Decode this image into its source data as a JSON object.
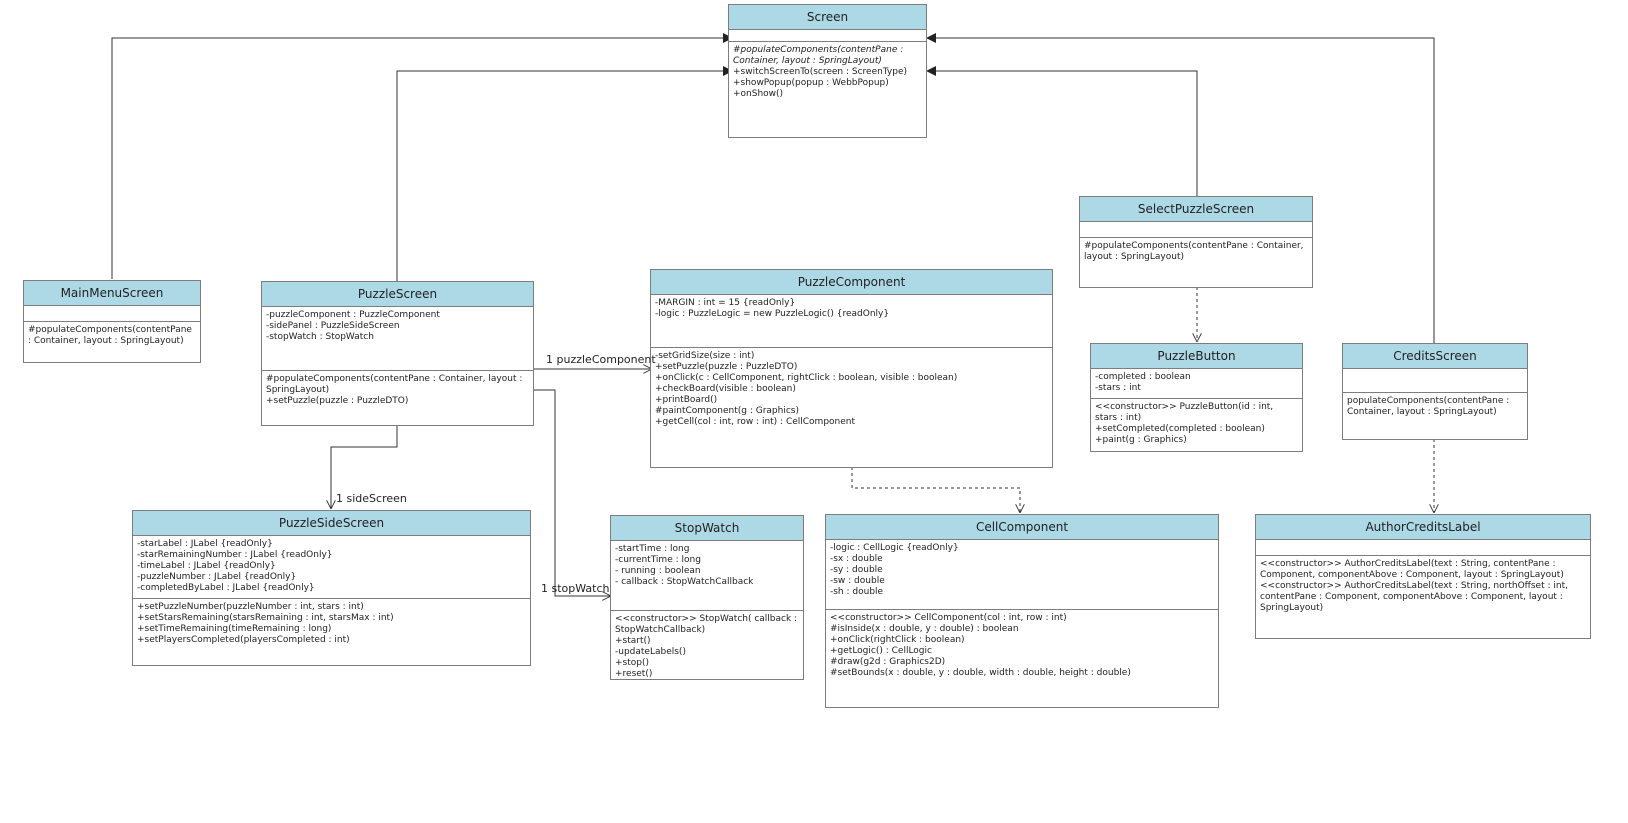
{
  "classes": {
    "screen": {
      "name": "Screen",
      "attributes": [],
      "operations": [
        "#populateComponents(contentPane : Container, layout : SpringLayout)",
        "+switchScreenTo(screen : ScreenType)",
        "+showPopup(popup : WebbPopup)",
        "+onShow()"
      ]
    },
    "main_menu_screen": {
      "name": "MainMenuScreen",
      "attributes": [],
      "operations": [
        "#populateComponents(contentPane : Container, layout : SpringLayout)"
      ]
    },
    "puzzle_screen": {
      "name": "PuzzleScreen",
      "attributes": [
        "-puzzleComponent : PuzzleComponent",
        "-sidePanel : PuzzleSideScreen",
        "-stopWatch : StopWatch"
      ],
      "operations": [
        "#populateComponents(contentPane : Container, layout : SpringLayout)",
        "+setPuzzle(puzzle : PuzzleDTO)"
      ]
    },
    "puzzle_component": {
      "name": "PuzzleComponent",
      "attributes": [
        "-MARGIN : int = 15 {readOnly}",
        "-logic : PuzzleLogic = new PuzzleLogic() {readOnly}"
      ],
      "operations": [
        "-setGridSize(size : int)",
        "+setPuzzle(puzzle : PuzzleDTO)",
        "+onClick(c : CellComponent, rightClick : boolean, visible : boolean)",
        "+checkBoard(visible : boolean)",
        "+printBoard()",
        "#paintComponent(g : Graphics)",
        "+getCell(col : int, row : int) : CellComponent"
      ]
    },
    "select_puzzle_screen": {
      "name": "SelectPuzzleScreen",
      "attributes": [],
      "operations": [
        "#populateComponents(contentPane : Container, layout : SpringLayout)"
      ]
    },
    "puzzle_button": {
      "name": "PuzzleButton",
      "attributes": [
        "-completed : boolean",
        "-stars : int"
      ],
      "operations": [
        "<<constructor>> PuzzleButton(id : int, stars : int)",
        "+setCompleted(completed : boolean)",
        "+paint(g : Graphics)"
      ]
    },
    "credits_screen": {
      "name": "CreditsScreen",
      "attributes": [],
      "operations": [
        "populateComponents(contentPane : Container, layout : SpringLayout)"
      ]
    },
    "puzzle_side_screen": {
      "name": "PuzzleSideScreen",
      "attributes": [
        "-starLabel : JLabel {readOnly}",
        "-starRemainingNumber : JLabel {readOnly}",
        "-timeLabel : JLabel {readOnly}",
        "-puzzleNumber : JLabel {readOnly}",
        "-completedByLabel : JLabel {readOnly}"
      ],
      "operations": [
        "+setPuzzleNumber(puzzleNumber : int, stars : int)",
        "+setStarsRemaining(starsRemaining : int, starsMax : int)",
        "+setTimeRemaining(timeRemaining : long)",
        "+setPlayersCompleted(playersCompleted : int)"
      ]
    },
    "stop_watch": {
      "name": "StopWatch",
      "attributes": [
        "-startTime : long",
        "-currentTime : long",
        "- running : boolean",
        "- callback : StopWatchCallback"
      ],
      "operations": [
        "<<constructor>> StopWatch( callback : StopWatchCallback)",
        "+start()",
        "-updateLabels()",
        "+stop()",
        "+reset()"
      ]
    },
    "cell_component": {
      "name": "CellComponent",
      "attributes": [
        "-logic : CellLogic {readOnly}",
        "-sx : double",
        "-sy : double",
        "-sw : double",
        "-sh : double"
      ],
      "operations": [
        "<<constructor>> CellComponent(col : int, row : int)",
        "#isInside(x : double, y : double) : boolean",
        "+onClick(rightClick : boolean)",
        "+getLogic() : CellLogic",
        "#draw(g2d : Graphics2D)",
        "#setBounds(x : double, y : double, width : double, height : double)"
      ]
    },
    "author_credits_label": {
      "name": "AuthorCreditsLabel",
      "attributes": [],
      "operations": [
        "<<constructor>> AuthorCreditsLabel(text : String, contentPane : Component, componentAbove : Component, layout : SpringLayout)",
        "<<constructor>> AuthorCreditsLabel(text : String, northOffset : int, contentPane : Component, componentAbove : Component, layout : SpringLayout)"
      ]
    }
  },
  "edge_labels": {
    "puzzle_component": "1 puzzleComponent",
    "side_screen": "1 sideScreen",
    "stop_watch": "1 stopWatch"
  },
  "colors": {
    "header_fill": "#add8e6",
    "border": "#7d7d7d",
    "edge": "#333333"
  }
}
